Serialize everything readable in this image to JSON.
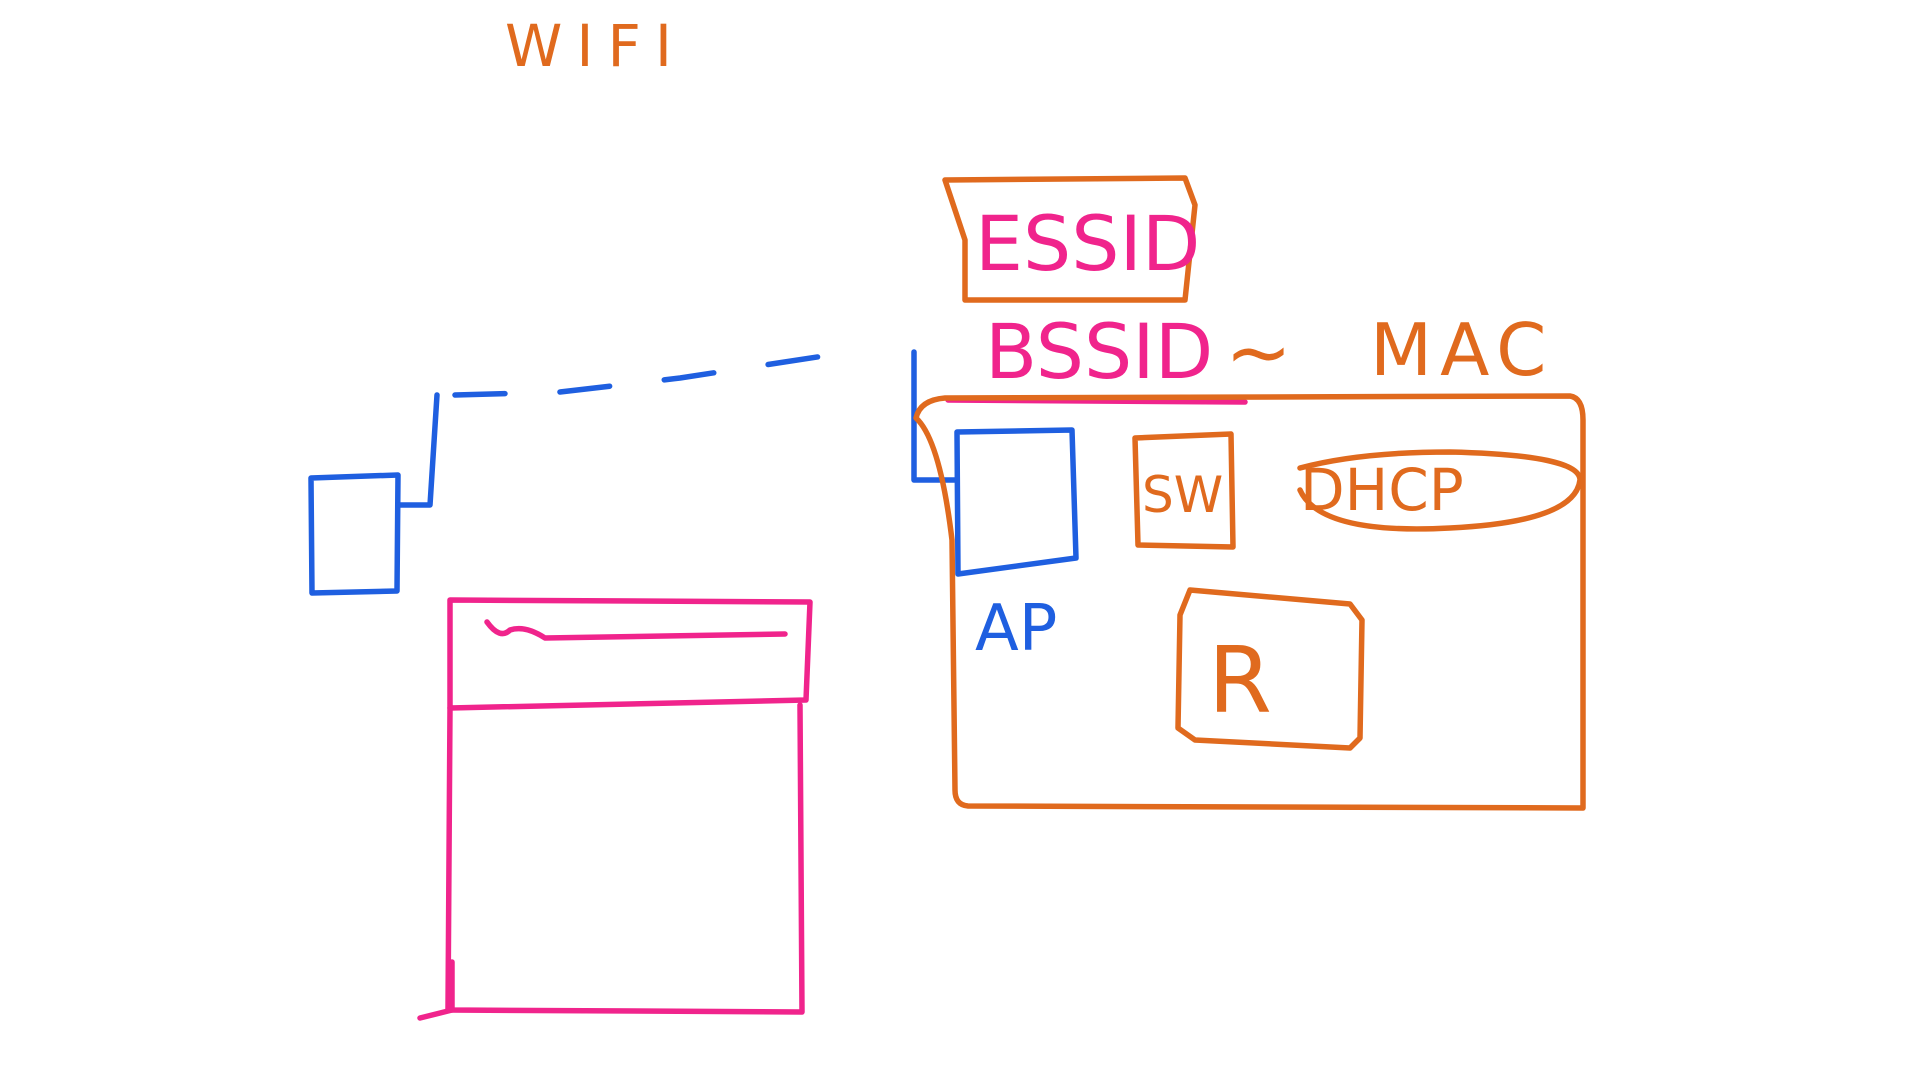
{
  "colors": {
    "orange": "#e06a1e",
    "pink": "#f0248c",
    "blue": "#1f5fe0",
    "background": "#ffffff"
  },
  "labels": {
    "title": "WIFI",
    "essid": "ESSID",
    "bssid": "BSSID",
    "tilde": "~",
    "mac": "MAC",
    "ap": "AP",
    "sw": "SW",
    "dhcp": "DHCP",
    "router": "R"
  }
}
